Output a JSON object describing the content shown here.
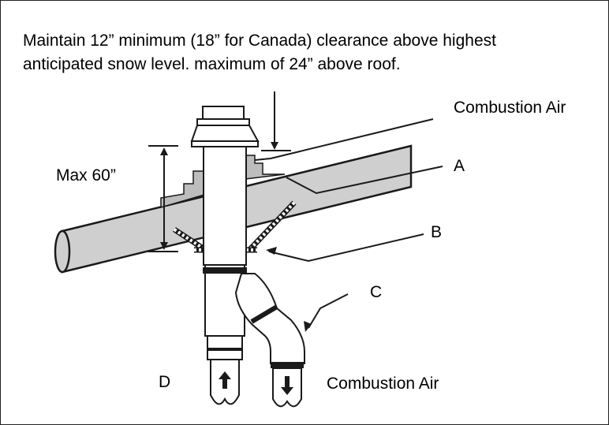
{
  "note": {
    "line1": "Maintain 12” minimum (18” for Canada) clearance above highest",
    "line2": "anticipated snow level. maximum of 24” above roof."
  },
  "labels": {
    "combustion_air_top": "Combustion Air",
    "a": "A",
    "b": "B",
    "c": "C",
    "d": "D",
    "max": "Max 60”",
    "combustion_air_bottom": "Combustion Air"
  },
  "colors": {
    "roof": "#cfcfcf",
    "line": "#1a1a1a",
    "pipe": "#ffffff",
    "band": "#1a1a1a"
  }
}
